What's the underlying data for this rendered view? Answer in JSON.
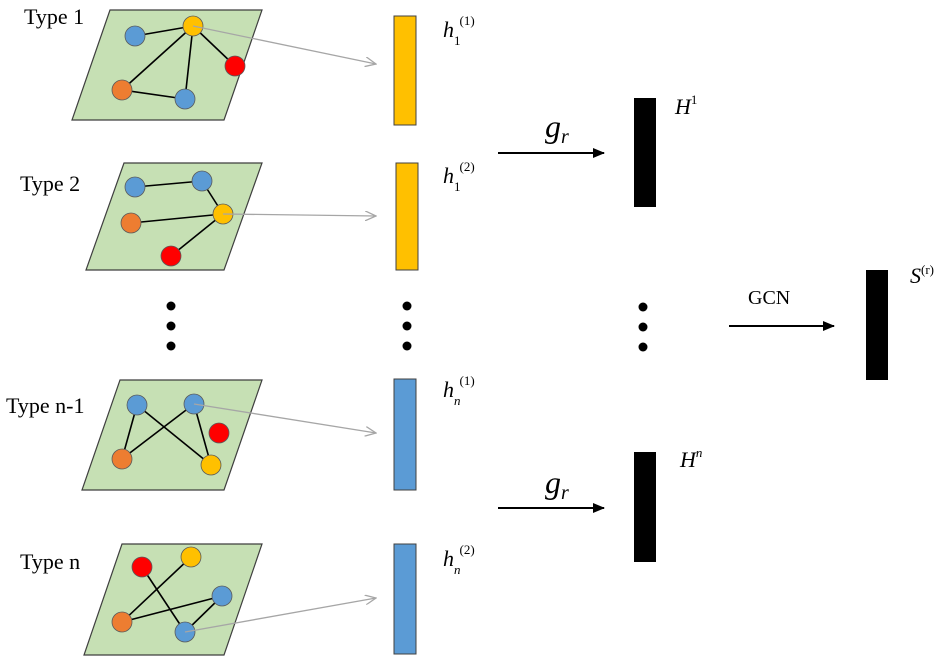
{
  "colors": {
    "panel": "#c6e0b4",
    "panel_stroke": "#3f3f3f",
    "blue": "#5b9bd5",
    "orange": "#ed7d31",
    "yellow": "#ffc000",
    "red": "#ff0000",
    "bar_yellow": "#ffc000",
    "bar_blue": "#5b9bd5",
    "bar_black": "#000000"
  },
  "types": [
    {
      "label": "Type 1",
      "embedding": {
        "base": "h",
        "sub": "1",
        "sup": "(1)"
      },
      "bar_color": "yellow"
    },
    {
      "label": "Type 2",
      "embedding": {
        "base": "h",
        "sub": "1",
        "sup": "(2)"
      },
      "bar_color": "yellow"
    },
    {
      "label": "Type n-1",
      "embedding": {
        "base": "h",
        "sub": "n",
        "sup": "(1)"
      },
      "bar_color": "blue"
    },
    {
      "label": "Type n",
      "embedding": {
        "base": "h",
        "sub": "n",
        "sup": "(2)"
      },
      "bar_color": "blue"
    }
  ],
  "aggregator": {
    "base": "g",
    "sub": "r"
  },
  "aggregates": [
    {
      "base": "H",
      "sup": "1"
    },
    {
      "base": "H",
      "sup": "n"
    }
  ],
  "gcn_label": "GCN",
  "output": {
    "base": "S",
    "sup": "(r)"
  }
}
